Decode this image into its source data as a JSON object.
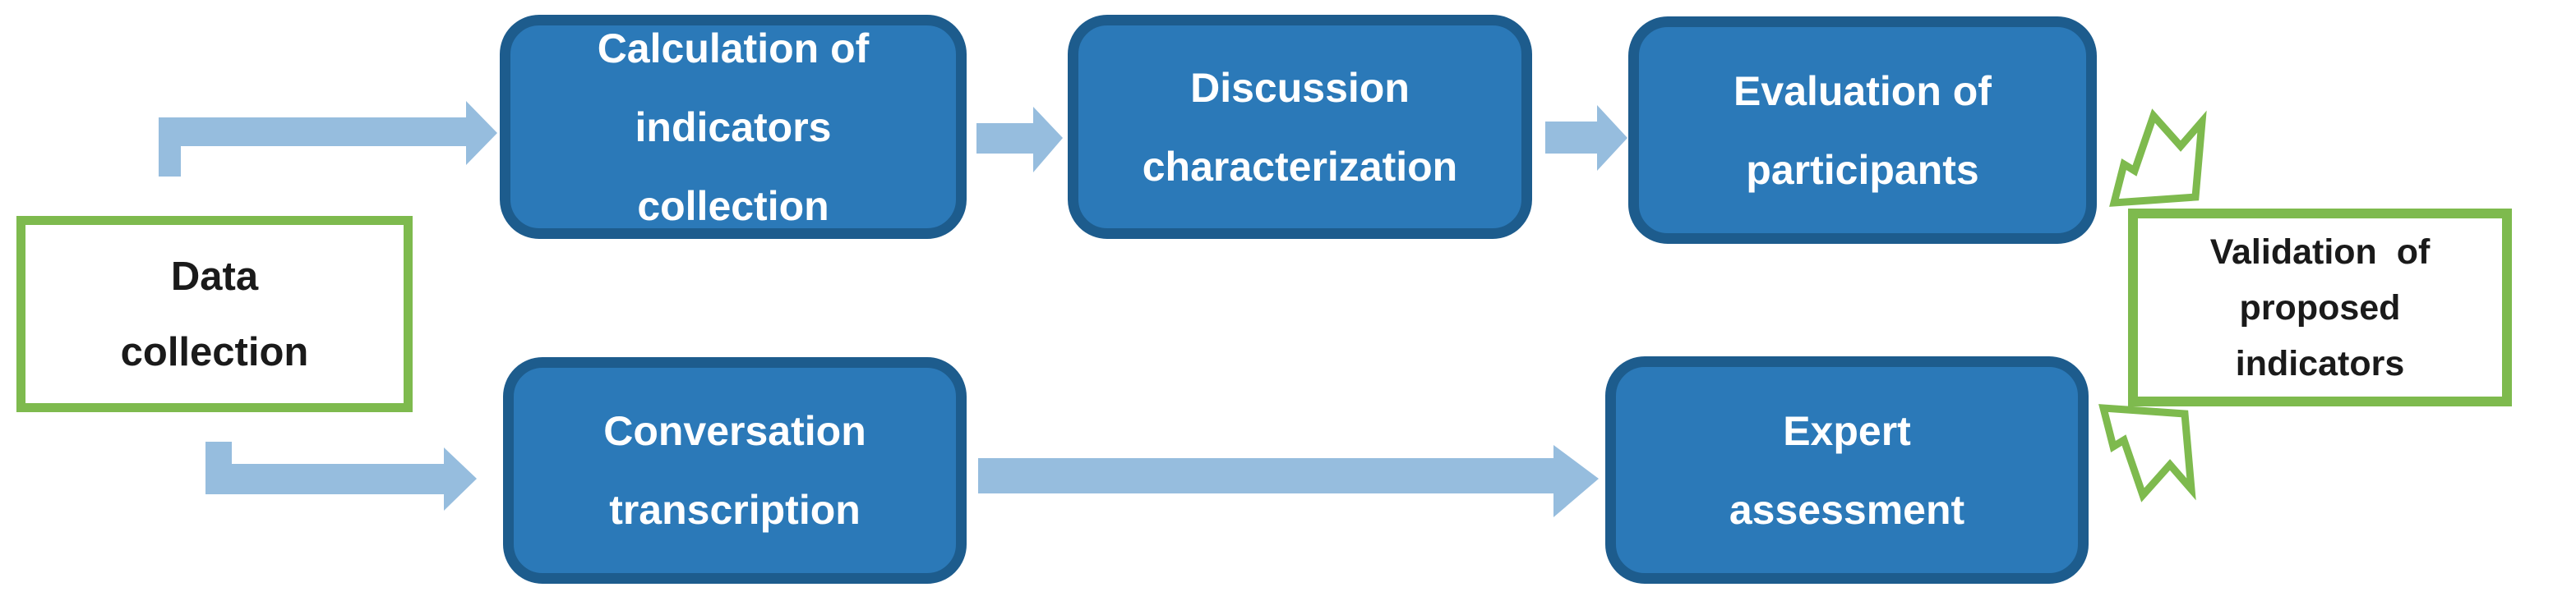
{
  "diagram": {
    "title": "Indicator validation process flowchart",
    "colors": {
      "box_fill": "#2B79B8",
      "box_border": "#1D5C8D",
      "arrow_blue": "#96BDDE",
      "green": "#7EBA4E",
      "text_on_blue": "#FFFFFF",
      "text_dark": "#1A1A1A",
      "bg": "#FFFFFF"
    },
    "nodes": {
      "data_collection": {
        "lines": [
          "Data",
          "collection"
        ]
      },
      "calculation": {
        "lines": [
          "Calculation of",
          "indicators",
          "collection"
        ]
      },
      "discussion": {
        "lines": [
          "Discussion",
          "characterization"
        ]
      },
      "evaluation": {
        "lines": [
          "Evaluation of",
          "participants"
        ]
      },
      "conversation": {
        "lines": [
          "Conversation",
          "transcription"
        ]
      },
      "expert": {
        "lines": [
          "Expert",
          "assessment"
        ]
      },
      "validation": {
        "lines": [
          "Validation  of",
          "proposed",
          "indicators"
        ]
      }
    }
  }
}
